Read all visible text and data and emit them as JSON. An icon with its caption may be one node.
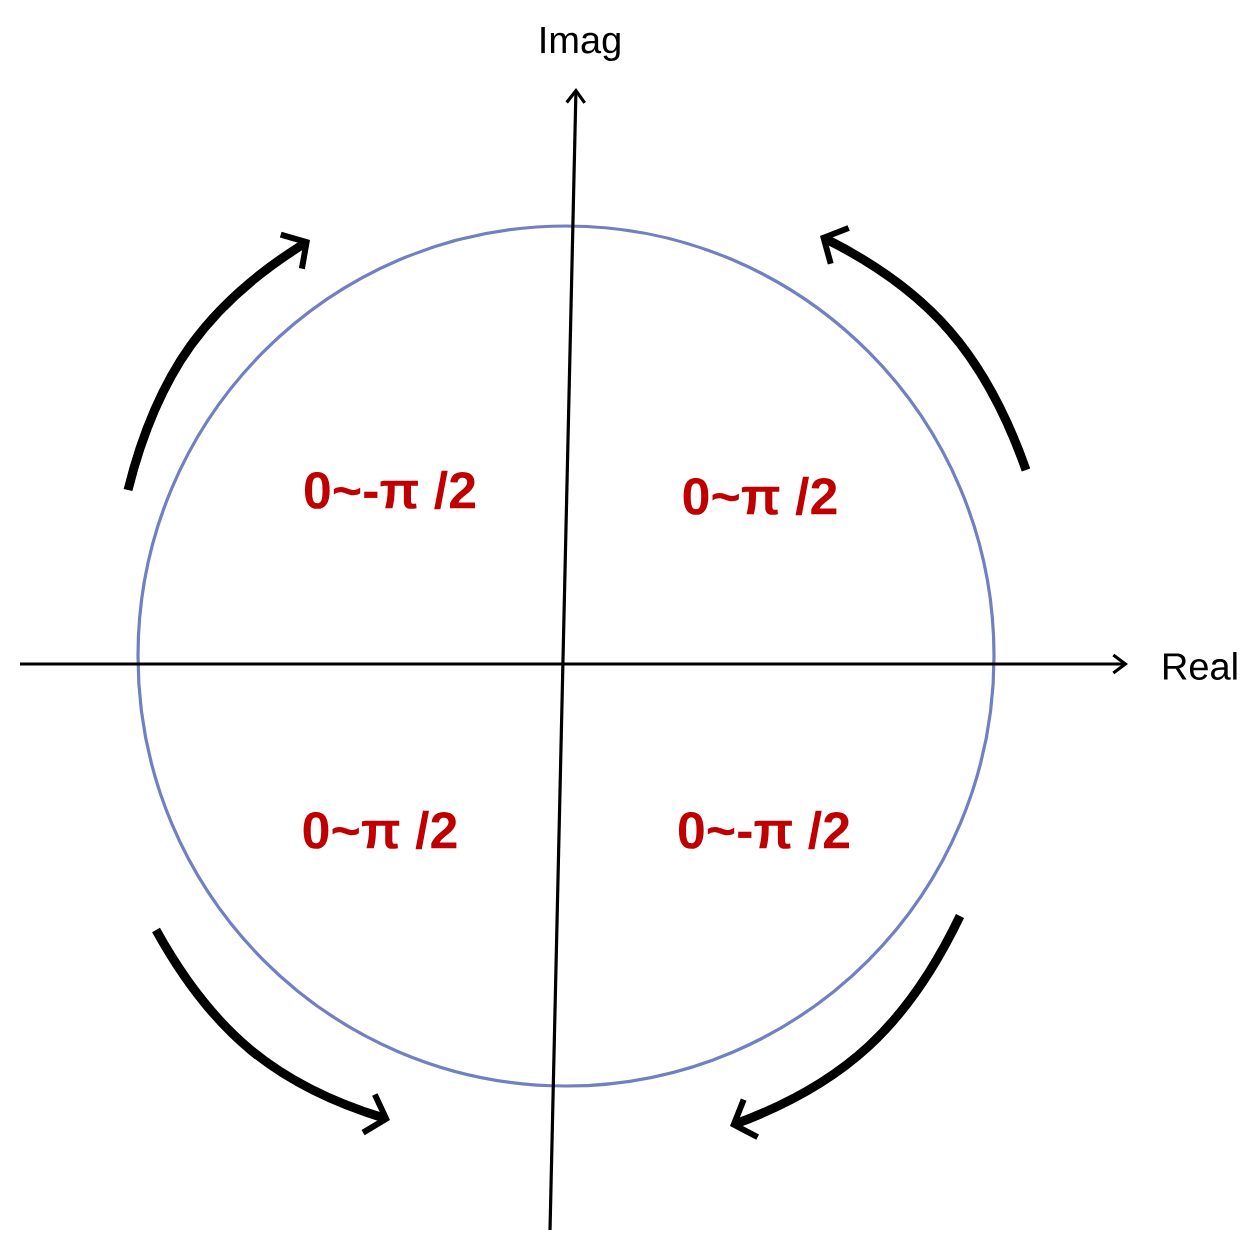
{
  "diagram": {
    "labels": [
      "Imag",
      "Real",
      "0~-π /2",
      "0~π /2",
      "0~π /2",
      "0~-π /2"
    ]
  }
}
